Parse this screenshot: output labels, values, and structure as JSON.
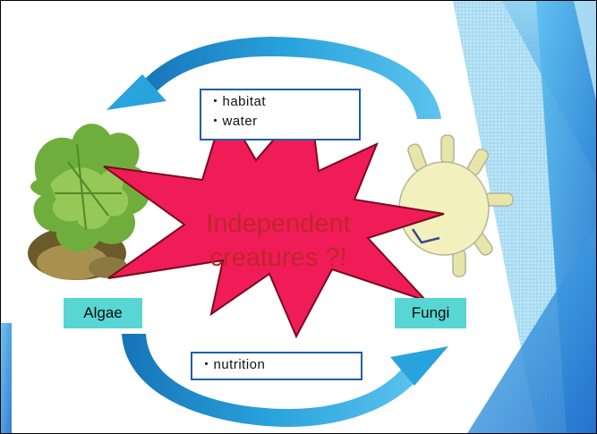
{
  "slide": {
    "top_box": {
      "items": [
        "・habitat",
        "・water"
      ]
    },
    "bottom_box": {
      "items": [
        "・nutrition"
      ]
    },
    "center_text": {
      "line1": "Independent",
      "line2": "creatures ?!"
    },
    "left_label": "Algae",
    "right_label": "Fungi"
  },
  "colors": {
    "arrow": "#29a3dc",
    "arrow_shade": "#1673b8",
    "star_fill": "#f01c57",
    "star_stroke": "#7a0a1e",
    "label_bg": "#57d6d3",
    "box_border": "#1f5fa8",
    "facet_blue": "#2e86d6"
  },
  "icons": [
    "algae-icon",
    "fungus-icon",
    "star-burst-icon",
    "curved-arrow-left-icon",
    "curved-arrow-right-icon"
  ]
}
